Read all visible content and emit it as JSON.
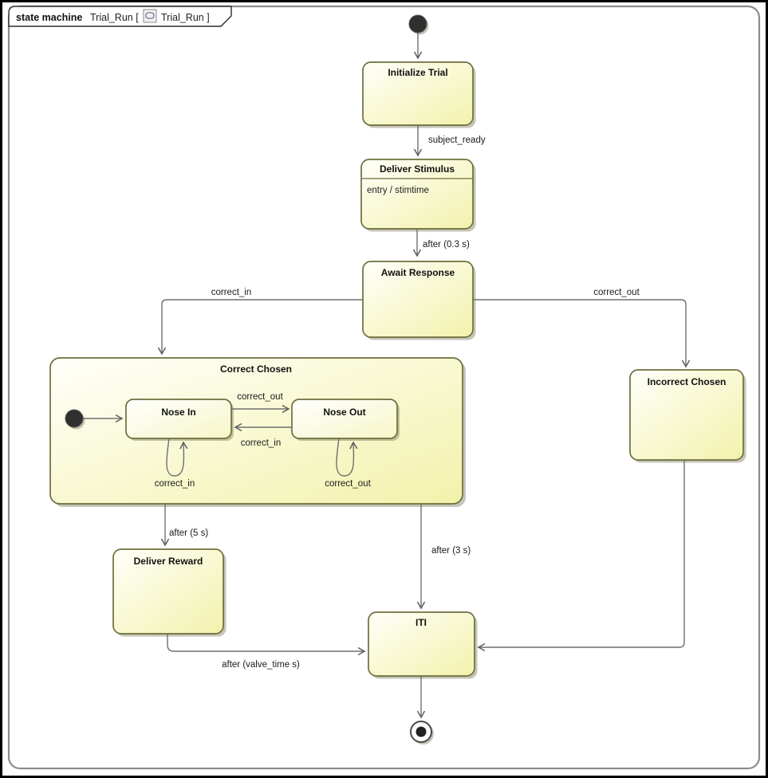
{
  "diagram": {
    "type": "uml-state-machine",
    "tab": {
      "keyword": "state machine",
      "name": "Trial_Run [",
      "ref": "Trial_Run ]"
    },
    "states": {
      "initialize_trial": {
        "label": "Initialize Trial"
      },
      "deliver_stimulus": {
        "label": "Deliver Stimulus",
        "entry_action": "entry / stimtime"
      },
      "await_response": {
        "label": "Await Response"
      },
      "correct_chosen": {
        "label": "Correct Chosen"
      },
      "nose_in": {
        "label": "Nose In"
      },
      "nose_out": {
        "label": "Nose Out"
      },
      "incorrect_chosen": {
        "label": "Incorrect Chosen"
      },
      "deliver_reward": {
        "label": "Deliver Reward"
      },
      "iti": {
        "label": "ITI"
      }
    },
    "transitions": {
      "t_subject_ready": {
        "label": "subject_ready"
      },
      "t_after_03s": {
        "label": "after (0.3 s)"
      },
      "t_correct_in": {
        "label": "correct_in"
      },
      "t_correct_out": {
        "label": "correct_out"
      },
      "t_nose_in_to_out": {
        "label": "correct_out"
      },
      "t_nose_out_to_in": {
        "label": "correct_in"
      },
      "t_nose_in_self": {
        "label": "correct_in"
      },
      "t_nose_out_self": {
        "label": "correct_out"
      },
      "t_after_5s": {
        "label": "after (5 s)"
      },
      "t_after_3s": {
        "label": "after (3 s)"
      },
      "t_after_valve": {
        "label": "after (valve_time s)"
      }
    },
    "colors": {
      "state_border": "#6E6E3C",
      "state_fill_top": "#FFFFFA",
      "state_fill_bottom": "#F2F2AC",
      "edge": "#6F6F6F",
      "frame_border": "#8C8C8C",
      "text": "#111111"
    }
  }
}
